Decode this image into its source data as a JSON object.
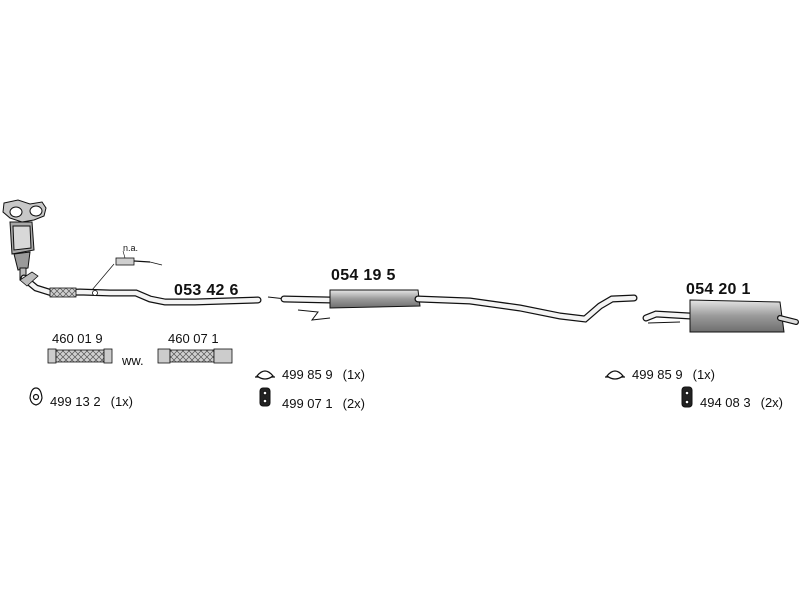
{
  "parts": {
    "front": "053 42 6",
    "middle": "054 19 5",
    "rear": "054 20 1"
  },
  "flex_left": "460 01 9",
  "flex_right": "460 07 1",
  "alt_text": "ww.",
  "na_text": "n.a.",
  "hardware": {
    "h1": {
      "number": "499 13 2",
      "qty": "(1x)"
    },
    "h2": {
      "number": "499 85 9",
      "qty": "(1x)"
    },
    "h3": {
      "number": "499 07 1",
      "qty": "(2x)"
    },
    "h4": {
      "number": "499 85 9",
      "qty": "(1x)"
    },
    "h5": {
      "number": "494 08 3",
      "qty": "(2x)"
    }
  },
  "colors": {
    "line": "#111111",
    "metal": "#bdbdbd",
    "metal_dark": "#7a7a7a",
    "bg": "#ffffff"
  }
}
